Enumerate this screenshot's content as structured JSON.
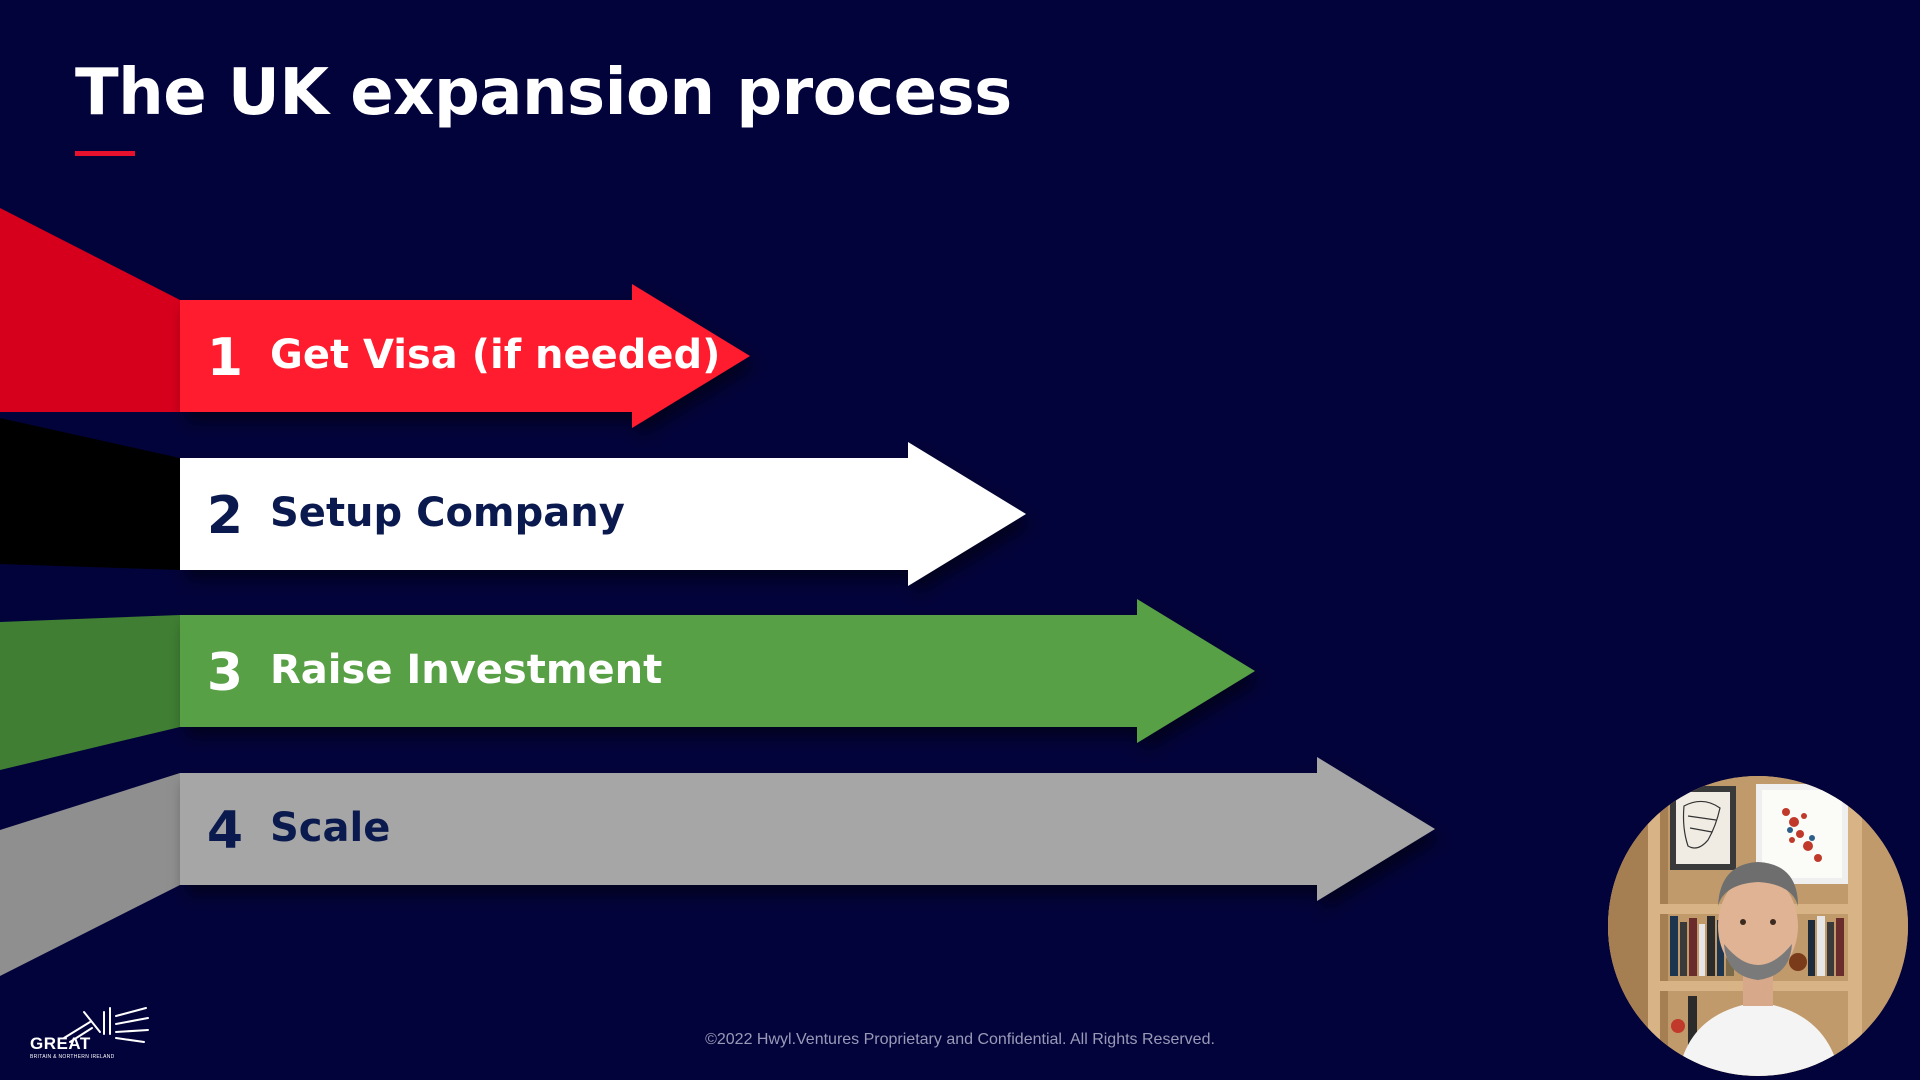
{
  "slide": {
    "title": "The UK expansion process",
    "accent_color": "#e8112d",
    "background_color": "#03033b"
  },
  "steps": [
    {
      "number": "1",
      "label": "Get Visa (if needed)",
      "color": "#ff1a2e",
      "tail_color": "#d6001c",
      "text_color": "#ffffff"
    },
    {
      "number": "2",
      "label": "Setup Company",
      "color": "#ffffff",
      "tail_color": "#000000",
      "text_color": "#0b1a4e"
    },
    {
      "number": "3",
      "label": "Raise Investment",
      "color": "#58a045",
      "tail_color": "#3f7e33",
      "text_color": "#ffffff"
    },
    {
      "number": "4",
      "label": "Scale",
      "color": "#a6a6a6",
      "tail_color": "#8f8f8f",
      "text_color": "#0b1a4e"
    }
  ],
  "footer": {
    "copyright": "©2022 Hwyl.Ventures Proprietary and Confidential. All Rights Reserved."
  },
  "logo": {
    "word": "GREAT",
    "sub": "BRITAIN & NORTHERN IRELAND",
    "icon": "union-flag-icon"
  },
  "webcam": {
    "icon": "presenter-video"
  }
}
